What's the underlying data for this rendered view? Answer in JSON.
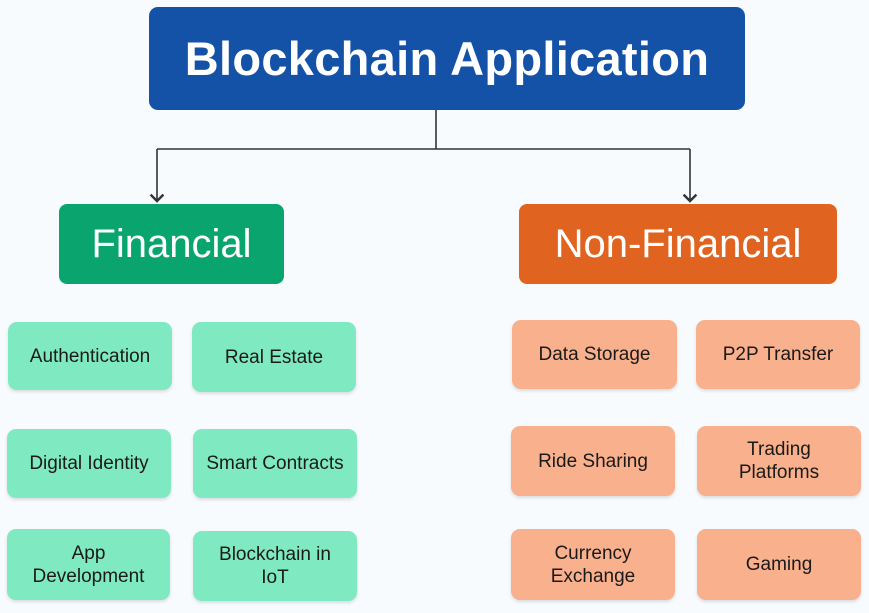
{
  "root": {
    "label": "Blockchain Application",
    "color": "#1452a8"
  },
  "financial": {
    "label": "Financial",
    "color": "#0aa56f",
    "leaf_color": "#7fe9c1",
    "items": [
      "Authentication",
      "Real Estate",
      "Digital Identity",
      "Smart Contracts",
      "App Development",
      "Blockchain in IoT"
    ]
  },
  "non_financial": {
    "label": "Non-Financial",
    "color": "#e0631f",
    "leaf_color": "#f9b08c",
    "items": [
      "Data Storage",
      "P2P Transfer",
      "Ride Sharing",
      "Trading Platforms",
      "Currency Exchange",
      "Gaming"
    ]
  }
}
